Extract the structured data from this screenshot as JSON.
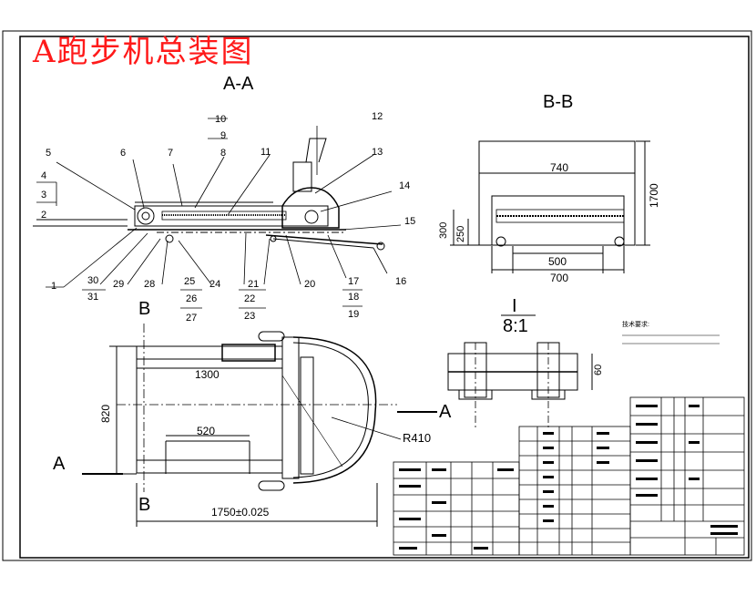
{
  "title": "A跑步机总装图",
  "views": {
    "section_aa": "A-A",
    "section_bb": "B-B",
    "detail_label": "I",
    "detail_scale": "8:1",
    "marker_a": "A",
    "marker_b": "B"
  },
  "part_numbers": [
    "1",
    "2",
    "3",
    "4",
    "5",
    "6",
    "7",
    "8",
    "9",
    "10",
    "11",
    "12",
    "13",
    "14",
    "15",
    "16",
    "17",
    "18",
    "19",
    "20",
    "21",
    "22",
    "23",
    "24",
    "25",
    "26",
    "27",
    "28",
    "29",
    "30",
    "31"
  ],
  "dimensions": {
    "bb_width_top": "740",
    "bb_height": "1700",
    "bb_left_300": "300",
    "bb_left_250": "250",
    "bb_bottom_500": "500",
    "bb_bottom_700": "700",
    "plan_1300": "1300",
    "plan_520": "520",
    "plan_820": "820",
    "plan_1750": "1750±0.025",
    "plan_radius": "R410",
    "detail_60": "60"
  },
  "notes_heading": "技术要求:",
  "colors": {
    "title_red": "#ff1a1a",
    "line": "#000000"
  }
}
